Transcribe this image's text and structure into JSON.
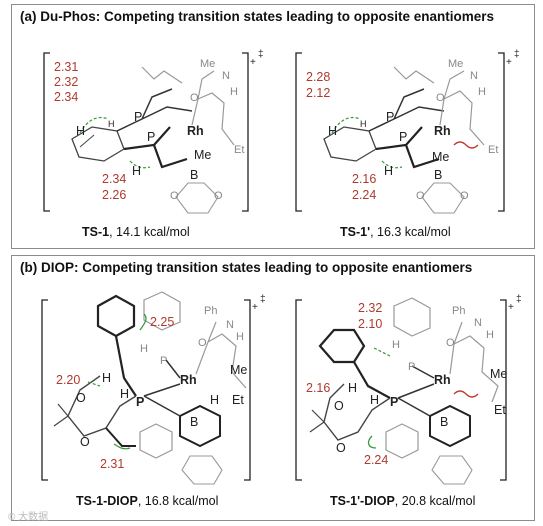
{
  "panel_a": {
    "title": "(a) Du-Phos: Competing transition states leading to opposite enantiomers",
    "ts_left": {
      "label_bold": "TS-1",
      "energy": ", 14.1 kcal/mol",
      "distances_top": [
        "2.31",
        "2.32",
        "2.34"
      ],
      "distances_bottom": [
        "2.34",
        "2.26"
      ],
      "atoms": {
        "rh": "Rh",
        "p1": "P",
        "p2": "P",
        "h1": "H",
        "h2": "H",
        "h3": "H",
        "b": "B",
        "o": "O",
        "n": "N",
        "h_n": "H",
        "me_top": "Me",
        "me_b": "Me",
        "et": "Et",
        "o1": "O",
        "o2": "O"
      }
    },
    "ts_right": {
      "label_bold": "TS-1'",
      "energy": ", 16.3 kcal/mol",
      "distances_top": [
        "2.28",
        "2.12"
      ],
      "distances_bottom": [
        "2.16",
        "2.24"
      ],
      "atoms": {
        "rh": "Rh",
        "p1": "P",
        "p2": "P",
        "h1": "H",
        "h2": "H",
        "h3": "H",
        "b": "B",
        "o": "O",
        "n": "N",
        "h_n": "H",
        "me_top": "Me",
        "me_b": "Me",
        "et": "Et",
        "o1": "O",
        "o2": "O"
      }
    },
    "charge_mark": "+",
    "ts_mark": "‡"
  },
  "panel_b": {
    "title": "(b) DIOP: Competing transition states leading to opposite enantiomers",
    "ts_left": {
      "label_bold": "TS-1-DIOP",
      "energy": ", 16.8 kcal/mol",
      "distances": [
        "2.25",
        "2.20",
        "2.31"
      ],
      "atoms": {
        "rh": "Rh",
        "p1": "P",
        "p2": "P",
        "h1": "H",
        "h2": "H",
        "h3": "H",
        "h4": "H",
        "b": "B",
        "o": "O",
        "n": "N",
        "h_n": "H",
        "ph": "Ph",
        "me": "Me",
        "et": "Et",
        "o1": "O",
        "o2": "O"
      }
    },
    "ts_right": {
      "label_bold": "TS-1'-DIOP",
      "energy": ", 20.8 kcal/mol",
      "distances": [
        "2.32",
        "2.10",
        "2.16",
        "2.24"
      ],
      "atoms": {
        "rh": "Rh",
        "p1": "P",
        "p2": "P",
        "h1": "H",
        "h2": "H",
        "h3": "H",
        "b": "B",
        "o": "O",
        "n": "N",
        "h_n": "H",
        "ph": "Ph",
        "me": "Me",
        "et": "Et",
        "o1": "O",
        "o2": "O"
      }
    },
    "charge_mark": "+",
    "ts_mark": "‡"
  },
  "watermark": "© 大数据"
}
